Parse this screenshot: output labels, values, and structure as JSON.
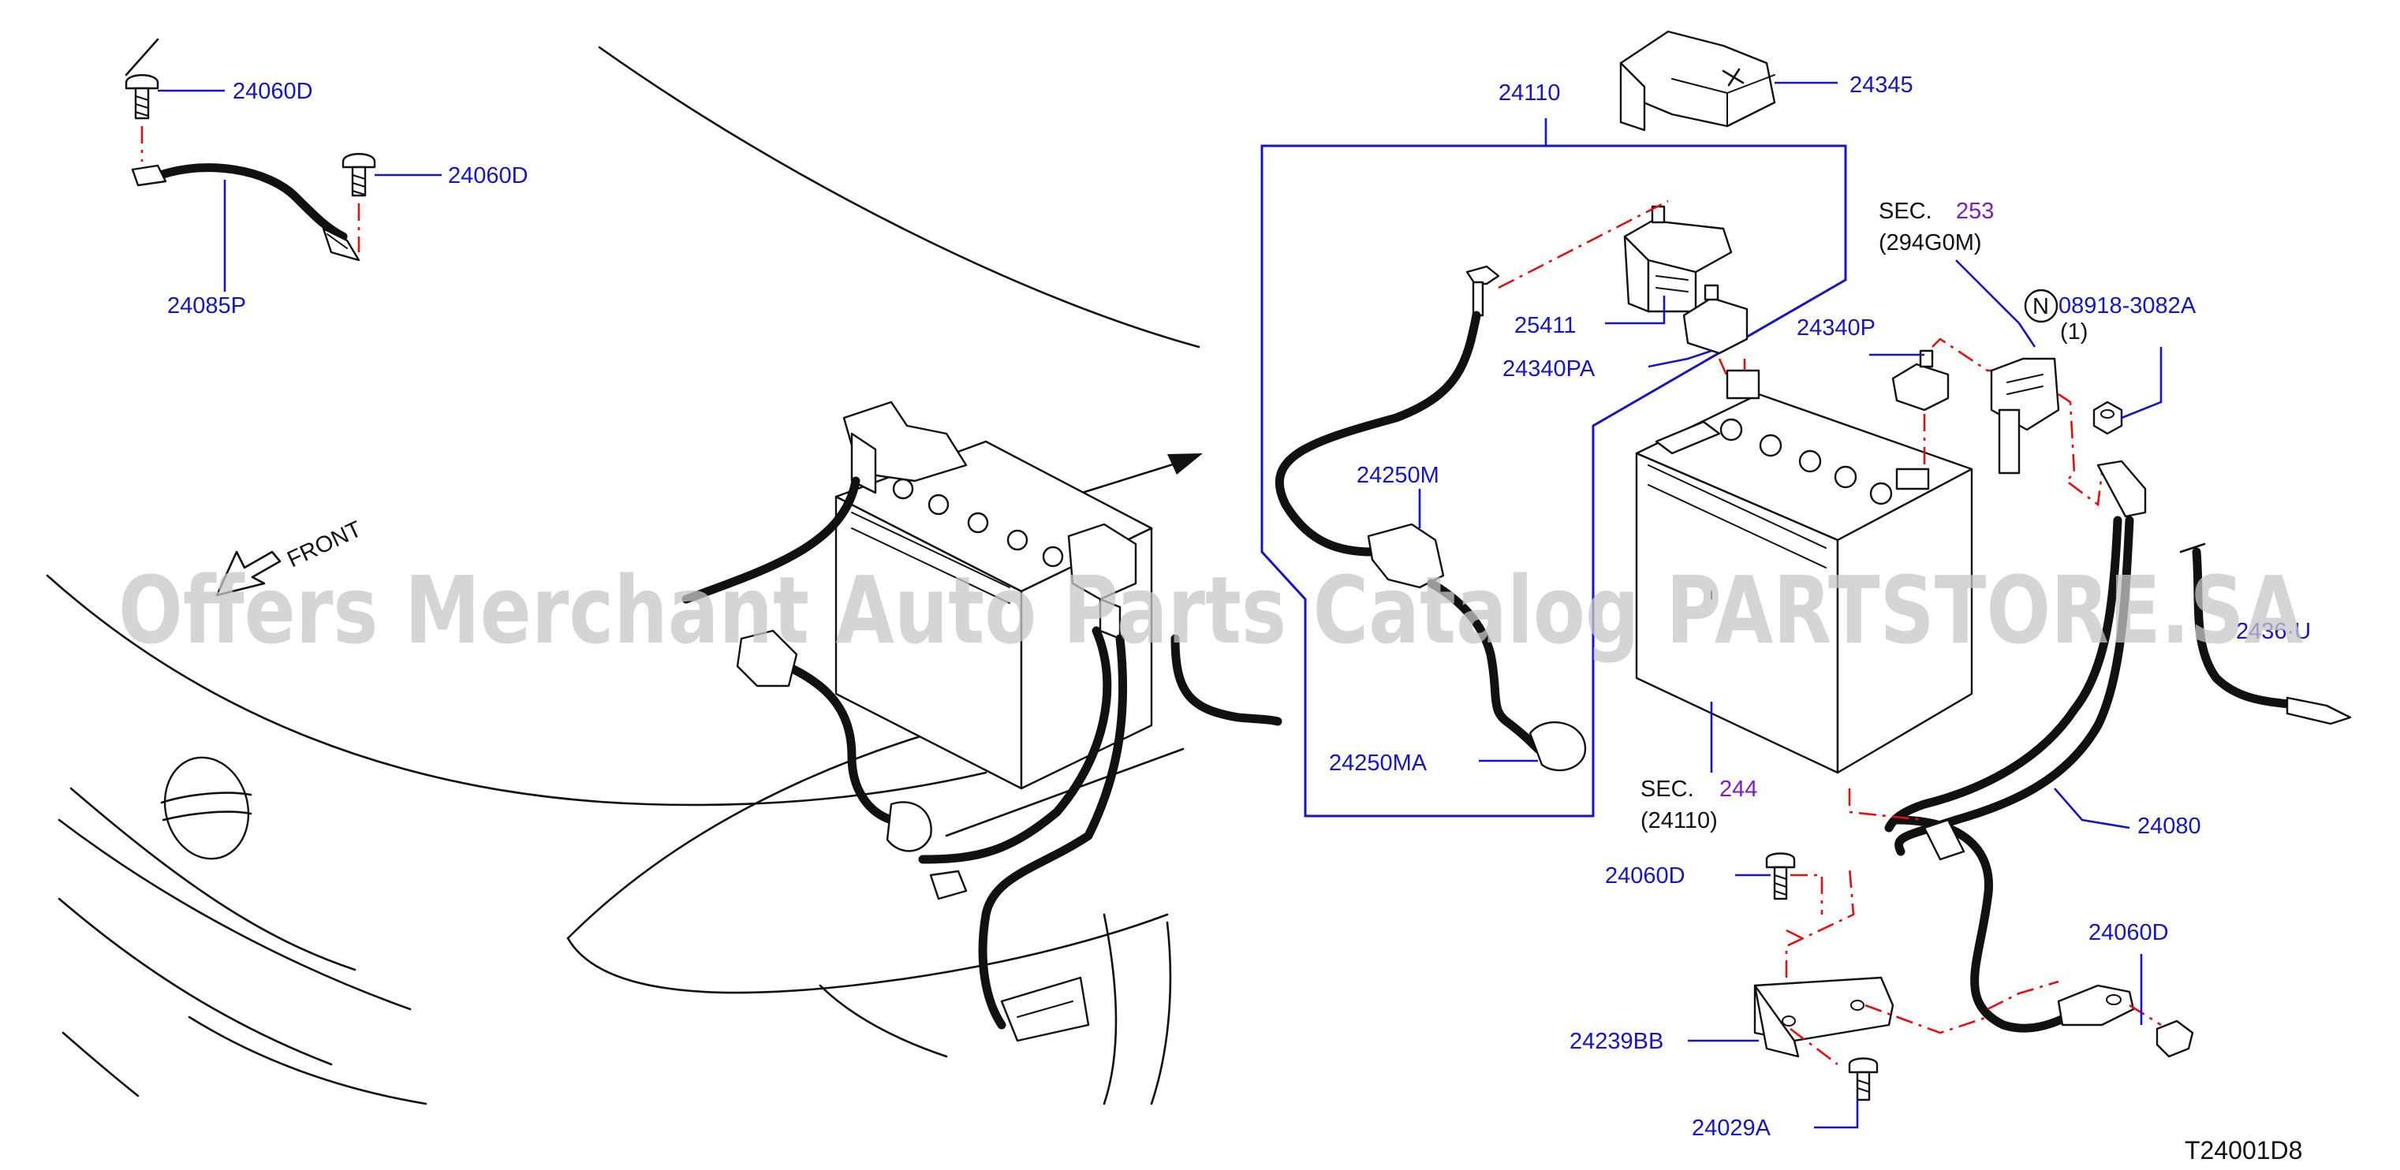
{
  "diagram": {
    "code": "T24001D8",
    "watermark": "Offers Merchant Auto Parts Catalog PARTSTORE.SA",
    "front_label": "FRONT",
    "section_refs": [
      {
        "prefix": "SEC.",
        "number": "253",
        "sub": "(294G0M)"
      },
      {
        "prefix": "SEC.",
        "number": "244",
        "sub": "(24110)"
      }
    ],
    "nut_symbol": "N",
    "nut_qty": "(1)",
    "parts": [
      "24060D",
      "24060D",
      "24085P",
      "24110",
      "24345",
      "25411",
      "24340PA",
      "24340P",
      "08918-3082A",
      "24250M",
      "24250MA",
      "24080",
      "2436·U",
      "24060D",
      "24060D",
      "24239BB",
      "24029A"
    ]
  },
  "colors": {
    "callout": "#1515c8",
    "section_number": "#7a1ec8",
    "centerline": "#e01010",
    "linework": "#111111"
  }
}
